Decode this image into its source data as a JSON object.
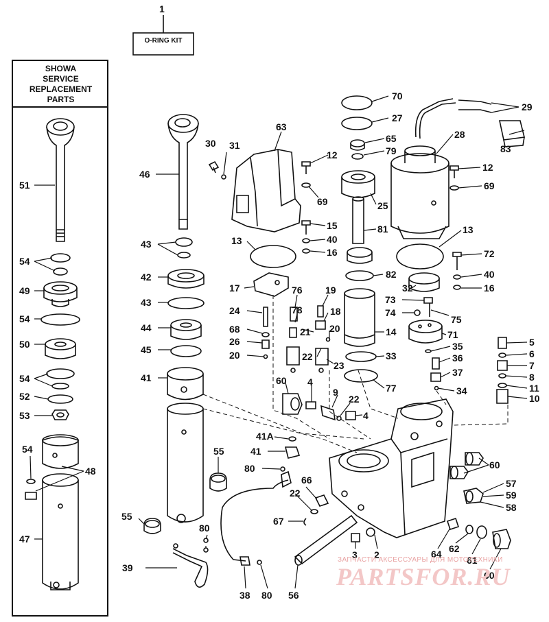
{
  "header": {
    "kit_number": "1",
    "kit_label": "O-RING KIT"
  },
  "showa_box": {
    "title": "SHOWA\nSERVICE\nREPLACEMENT\nPARTS"
  },
  "part_numbers": [
    "51",
    "54",
    "49",
    "54",
    "50",
    "54",
    "52",
    "53",
    "54",
    "48",
    "47",
    "46",
    "43",
    "42",
    "43",
    "44",
    "45",
    "41",
    "55",
    "39",
    "80",
    "30",
    "31",
    "63",
    "12",
    "69",
    "15",
    "40",
    "16",
    "13",
    "17",
    "24",
    "68",
    "26",
    "20",
    "76",
    "78",
    "21",
    "19",
    "18",
    "20",
    "22",
    "23",
    "60",
    "4",
    "9",
    "22",
    "4",
    "41A",
    "41",
    "80",
    "55",
    "38",
    "80",
    "56",
    "66",
    "22",
    "67",
    "3",
    "2",
    "70",
    "27",
    "65",
    "79",
    "25",
    "81",
    "82",
    "14",
    "33",
    "77",
    "29",
    "28",
    "83",
    "12",
    "69",
    "13",
    "72",
    "40",
    "16",
    "32",
    "73",
    "74",
    "75",
    "71",
    "35",
    "36",
    "37",
    "34",
    "5",
    "6",
    "7",
    "8",
    "11",
    "10",
    "60",
    "57",
    "59",
    "58",
    "64",
    "62",
    "61",
    "60"
  ],
  "watermark": {
    "caption": "ЗАПЧАСТИ АКСЕССУАРЫ ДЛЯ МОТОТЕХНИКИ",
    "logo": "PARTSFOR.RU"
  }
}
